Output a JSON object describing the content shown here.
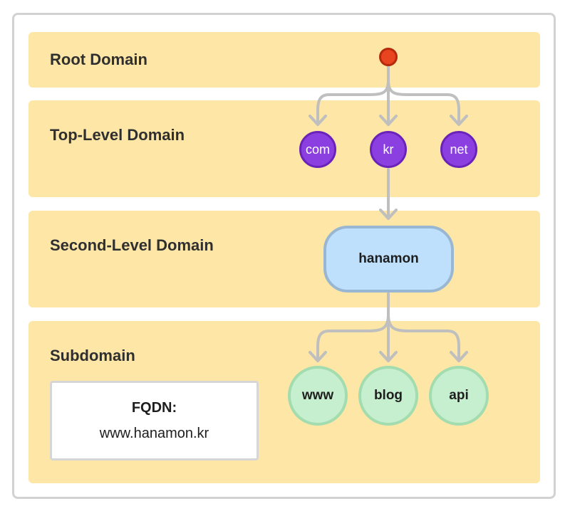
{
  "levels": {
    "root": "Root Domain",
    "tld": "Top-Level Domain",
    "sld": "Second-Level Domain",
    "subdomain": "Subdomain"
  },
  "tld_nodes": [
    "com",
    "kr",
    "net"
  ],
  "sld_node": "hanamon",
  "subdomain_nodes": [
    "www",
    "blog",
    "api"
  ],
  "fqdn": {
    "title": "FQDN:",
    "value": "www.hanamon.kr"
  },
  "colors": {
    "band": "#fde6a6",
    "root_dot": "#e8441f",
    "tld_node": "#8b3fe0",
    "sld_node": "#bfe0fc",
    "subdomain_node": "#c6efcf",
    "arrow": "#bfbfbf"
  }
}
